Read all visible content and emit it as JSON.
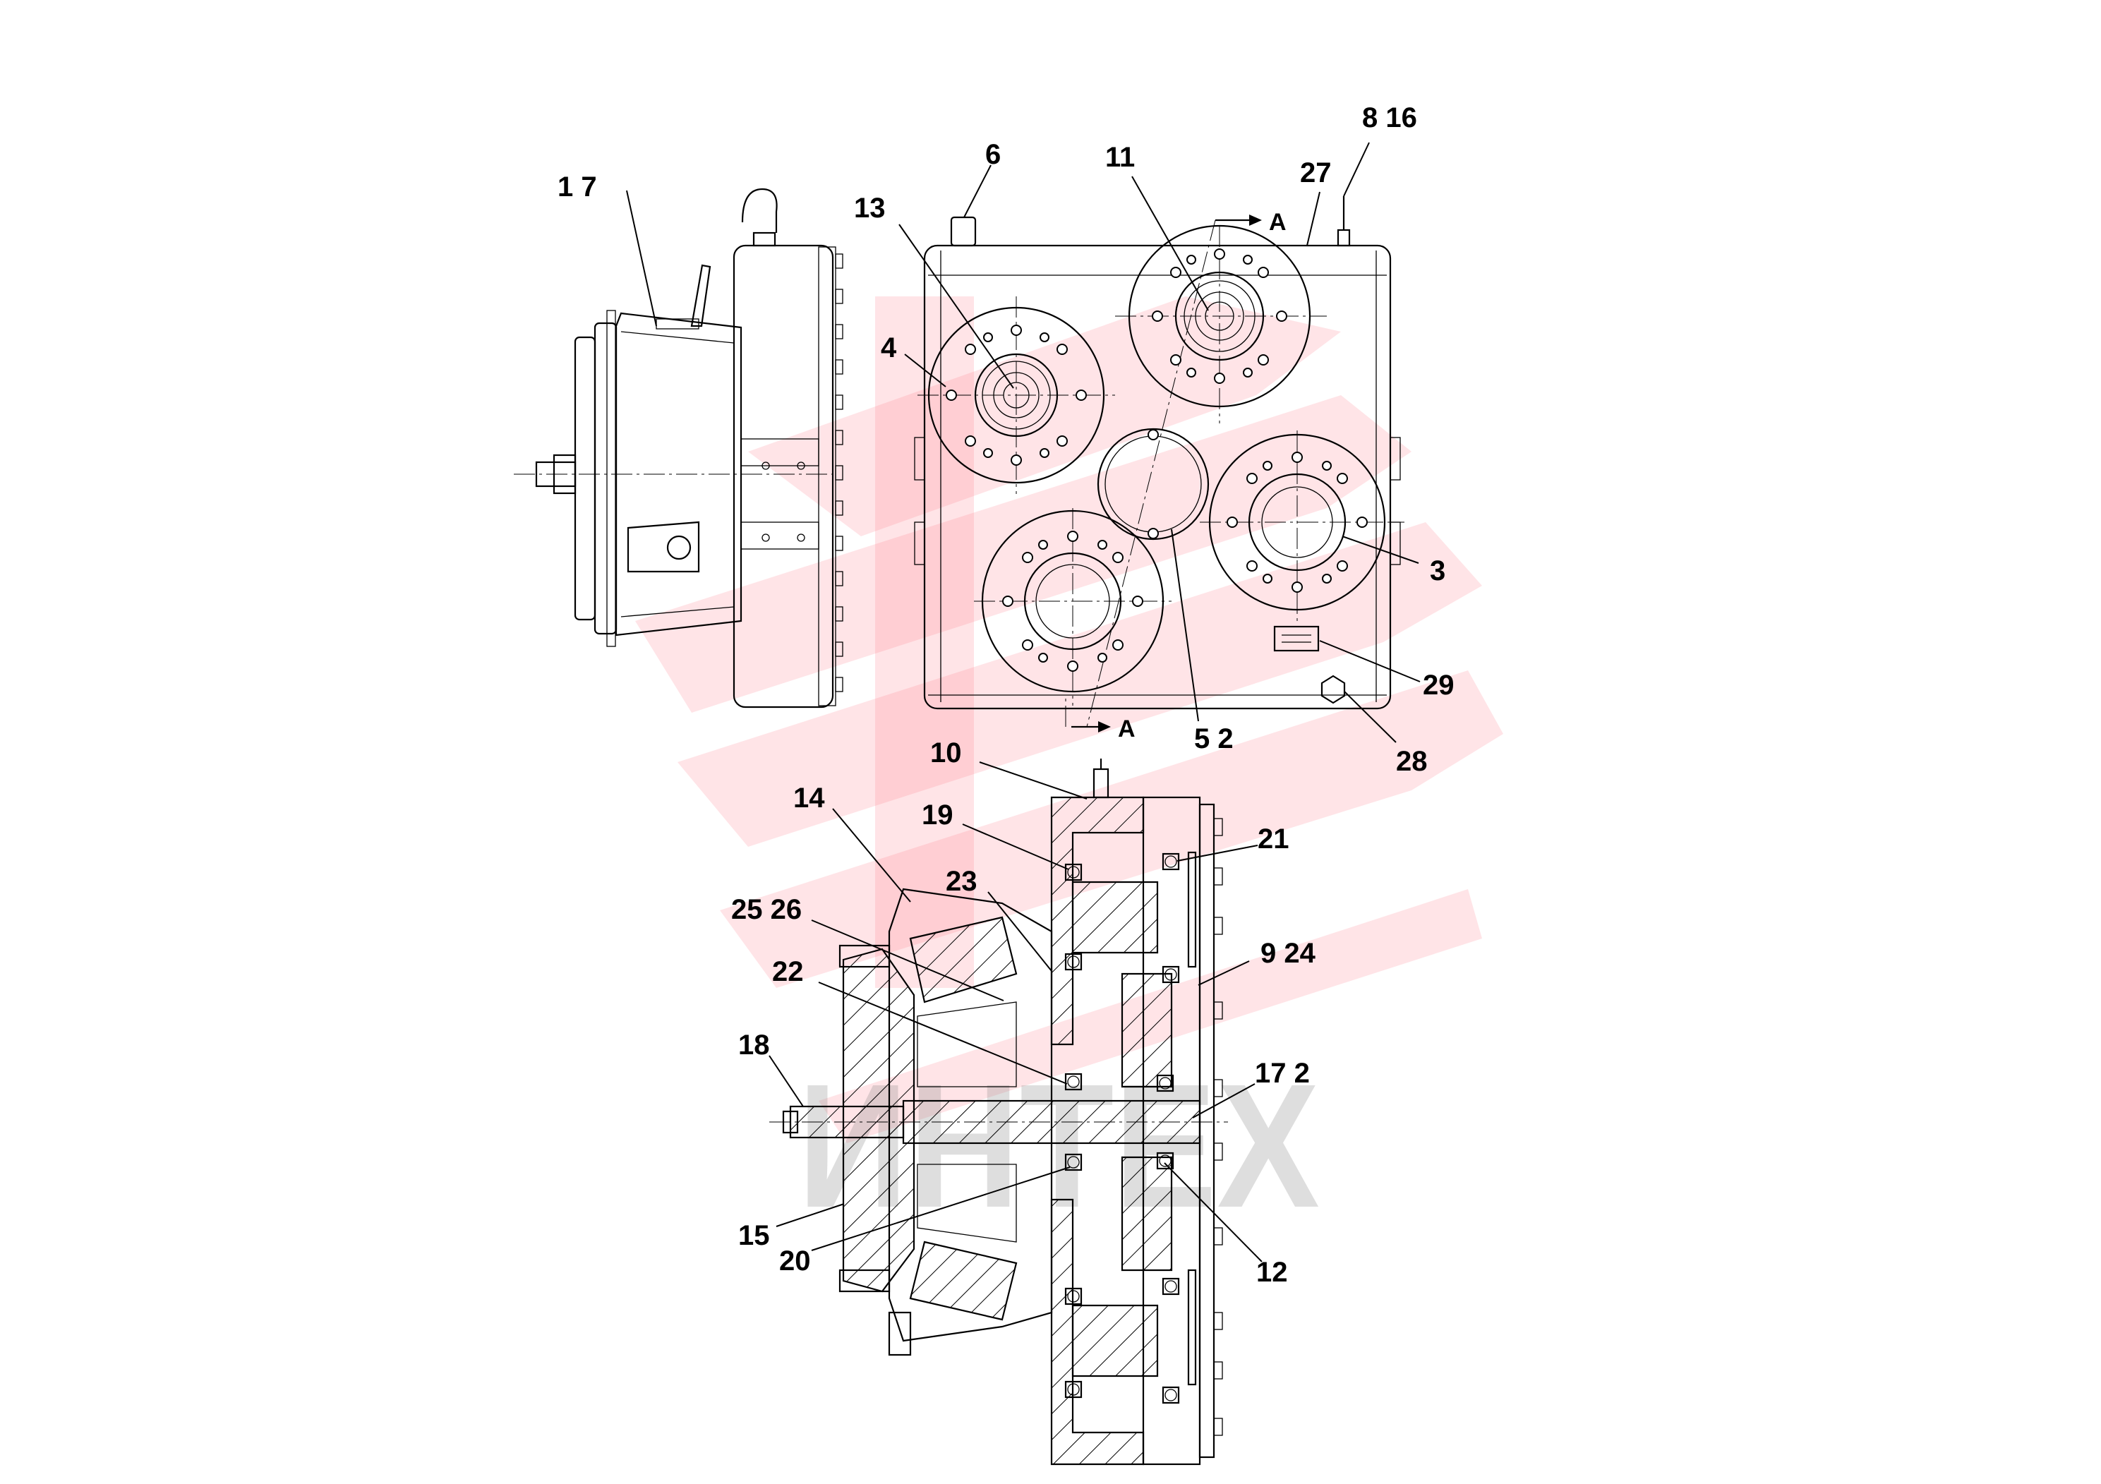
{
  "watermark": {
    "text": "ИНТЕХ",
    "color": "#ff6b7a"
  },
  "section_marks": [
    {
      "id": "top",
      "label": "A"
    },
    {
      "id": "bottom",
      "label": "A"
    }
  ],
  "callouts": [
    {
      "id": "c1-7",
      "label": "1   7"
    },
    {
      "id": "c6",
      "label": "6"
    },
    {
      "id": "c13",
      "label": "13"
    },
    {
      "id": "c11",
      "label": "11"
    },
    {
      "id": "c8-16",
      "label": "8  16"
    },
    {
      "id": "c27",
      "label": "27"
    },
    {
      "id": "c4",
      "label": "4"
    },
    {
      "id": "c3",
      "label": "3"
    },
    {
      "id": "c29",
      "label": "29"
    },
    {
      "id": "c5-2",
      "label": "5   2"
    },
    {
      "id": "c28",
      "label": "28"
    },
    {
      "id": "c10",
      "label": "10"
    },
    {
      "id": "c14",
      "label": "14"
    },
    {
      "id": "c19",
      "label": "19"
    },
    {
      "id": "c21",
      "label": "21"
    },
    {
      "id": "c23",
      "label": "23"
    },
    {
      "id": "c25-26",
      "label": "25 26"
    },
    {
      "id": "c9-24",
      "label": "9  24"
    },
    {
      "id": "c22",
      "label": "22"
    },
    {
      "id": "c18",
      "label": "18"
    },
    {
      "id": "c17-2",
      "label": "17  2"
    },
    {
      "id": "c15",
      "label": "15"
    },
    {
      "id": "c20",
      "label": "20"
    },
    {
      "id": "c12",
      "label": "12"
    }
  ]
}
